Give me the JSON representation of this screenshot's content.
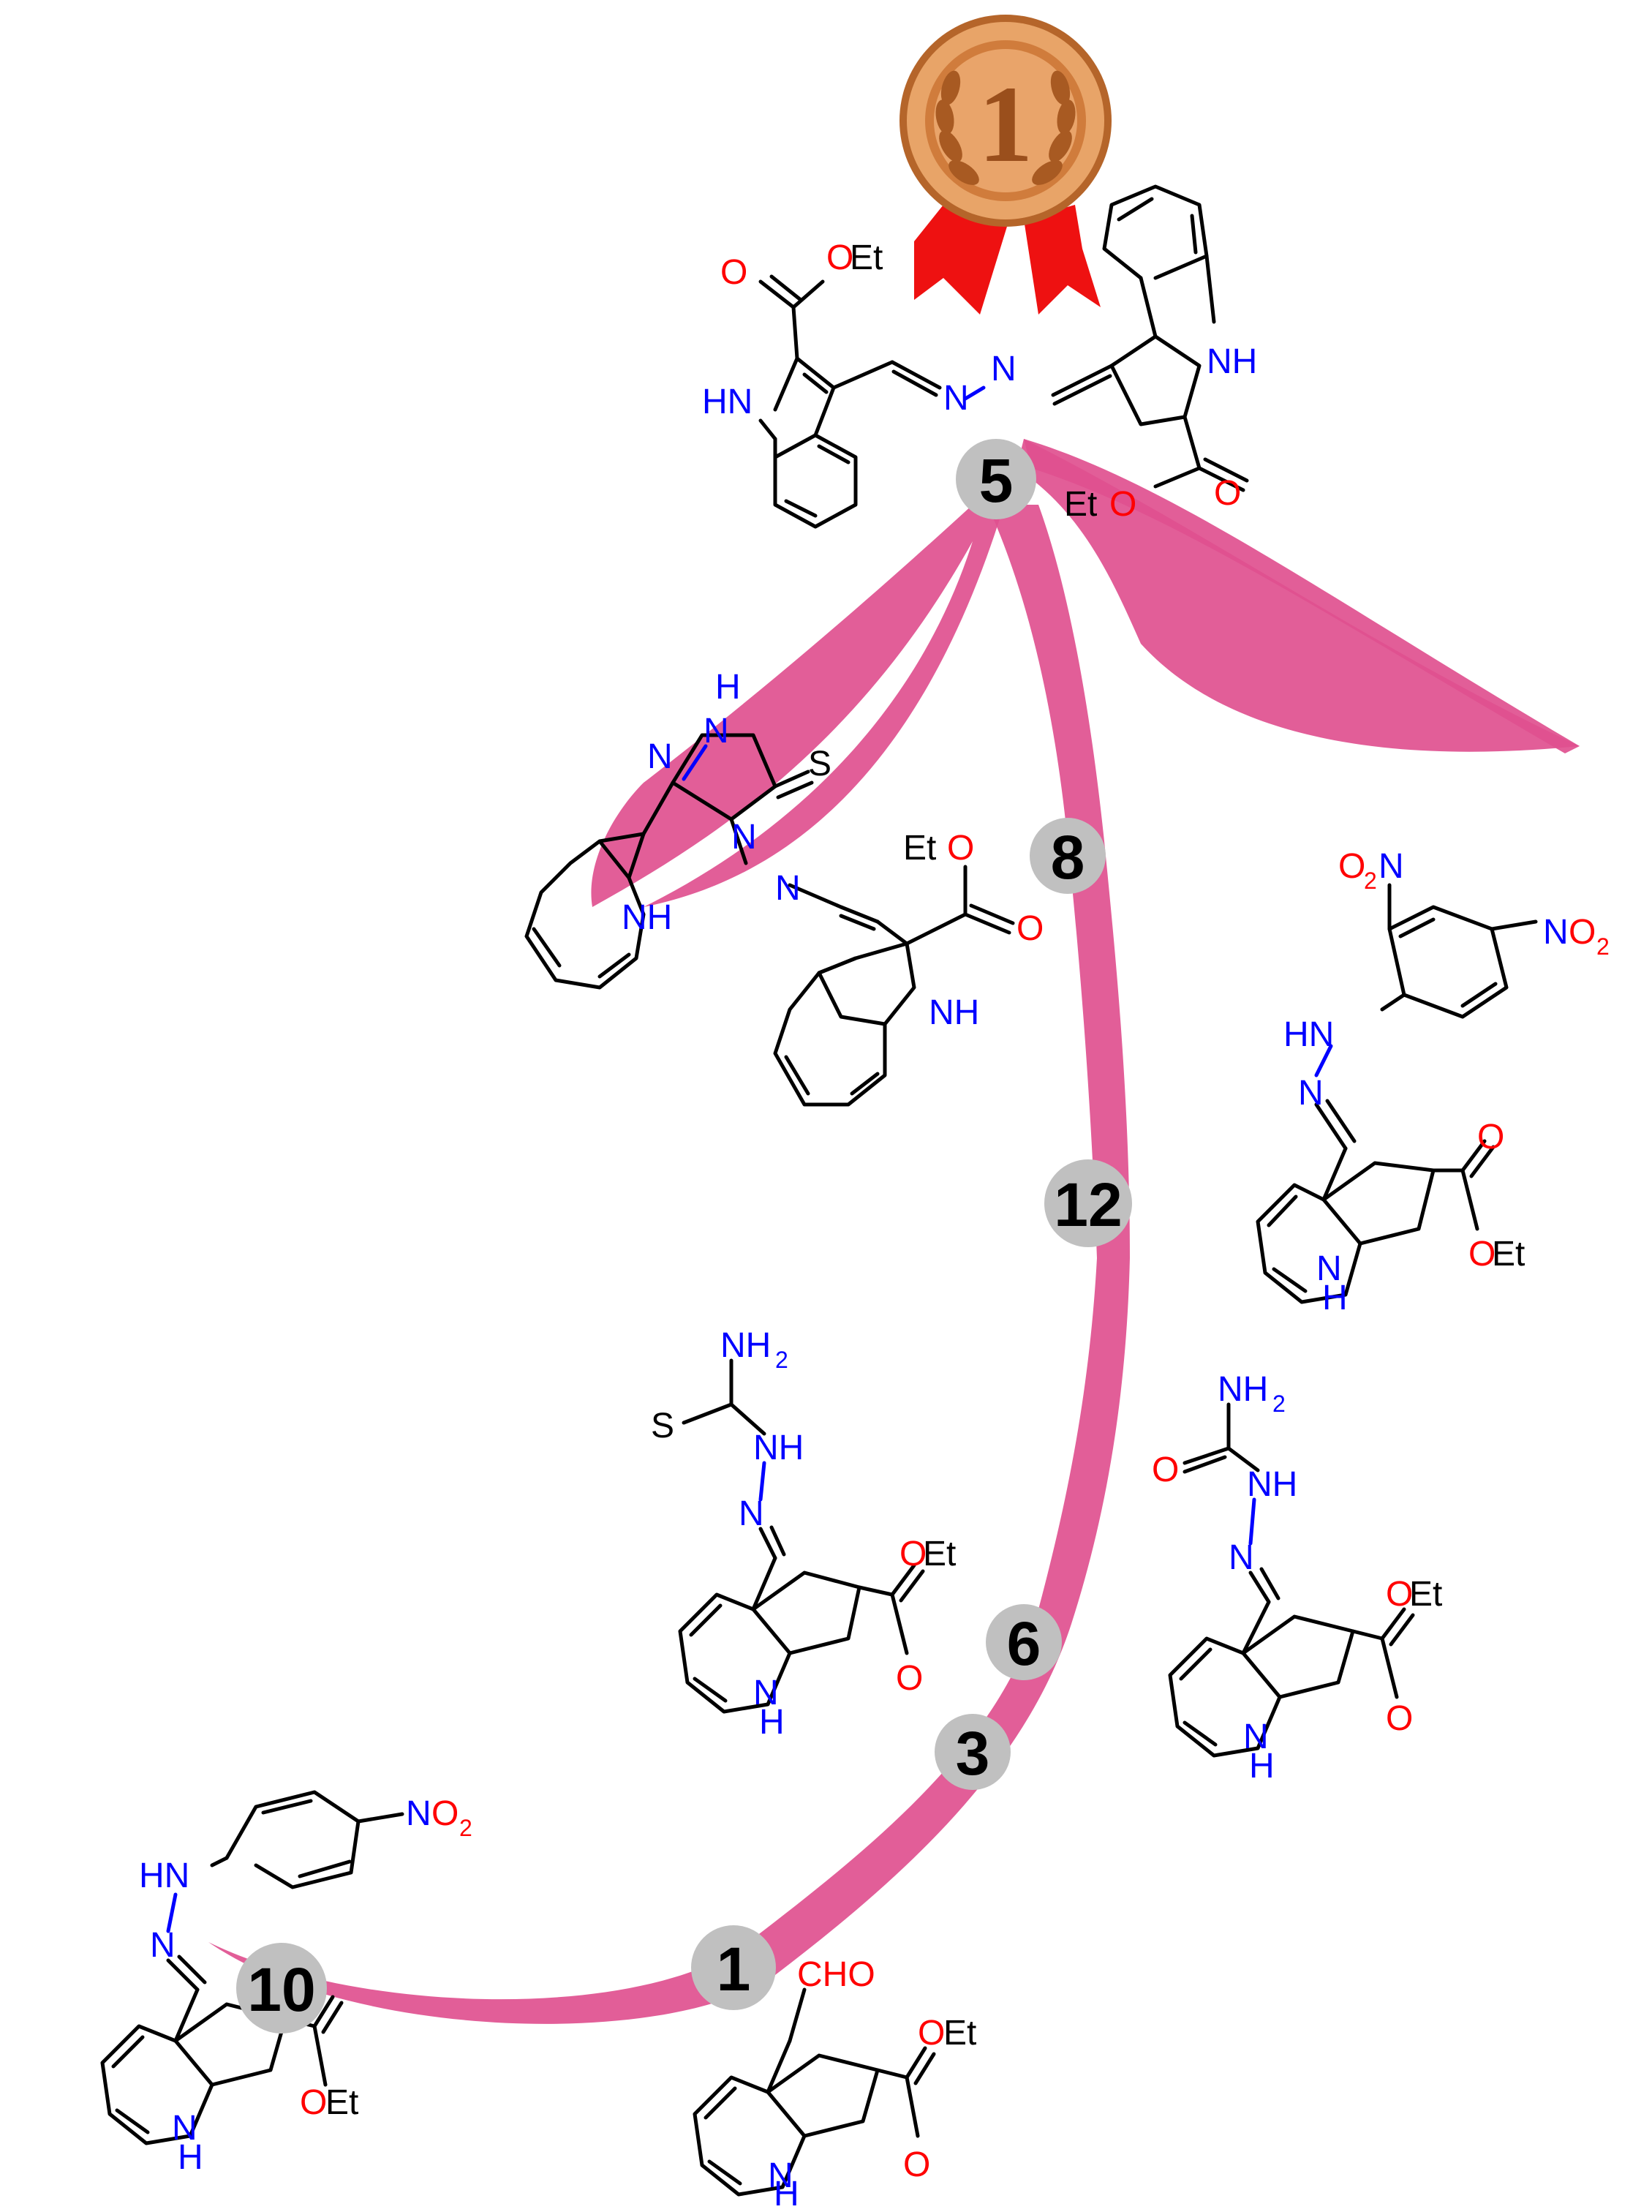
{
  "colors": {
    "arrow": "#e0508f",
    "badge": "#c0c0c0",
    "nitrogen": "#0000ff",
    "oxygen": "#ff0000",
    "carbon": "#000000",
    "medal_gold": "#d98a45",
    "ribbon": "#ee1111"
  },
  "medal": {
    "rank": "1",
    "icon": "medal-icon"
  },
  "badges": [
    {
      "id": "b5",
      "label": "5"
    },
    {
      "id": "b8",
      "label": "8"
    },
    {
      "id": "b12",
      "label": "12"
    },
    {
      "id": "b6",
      "label": "6"
    },
    {
      "id": "b3",
      "label": "3"
    },
    {
      "id": "b1",
      "label": "1"
    },
    {
      "id": "b10",
      "label": "10"
    }
  ],
  "labels": {
    "OEt": "OEt",
    "EtO": "EtO",
    "O": "O",
    "Et": "Et",
    "HN": "HN",
    "NH": "NH",
    "N": "N",
    "H": "H",
    "S": "S",
    "HNN": "HN",
    "NH2": "NH",
    "NO2": "NO",
    "O2N": "O",
    "sub2": "2",
    "CHO": "CHO"
  }
}
